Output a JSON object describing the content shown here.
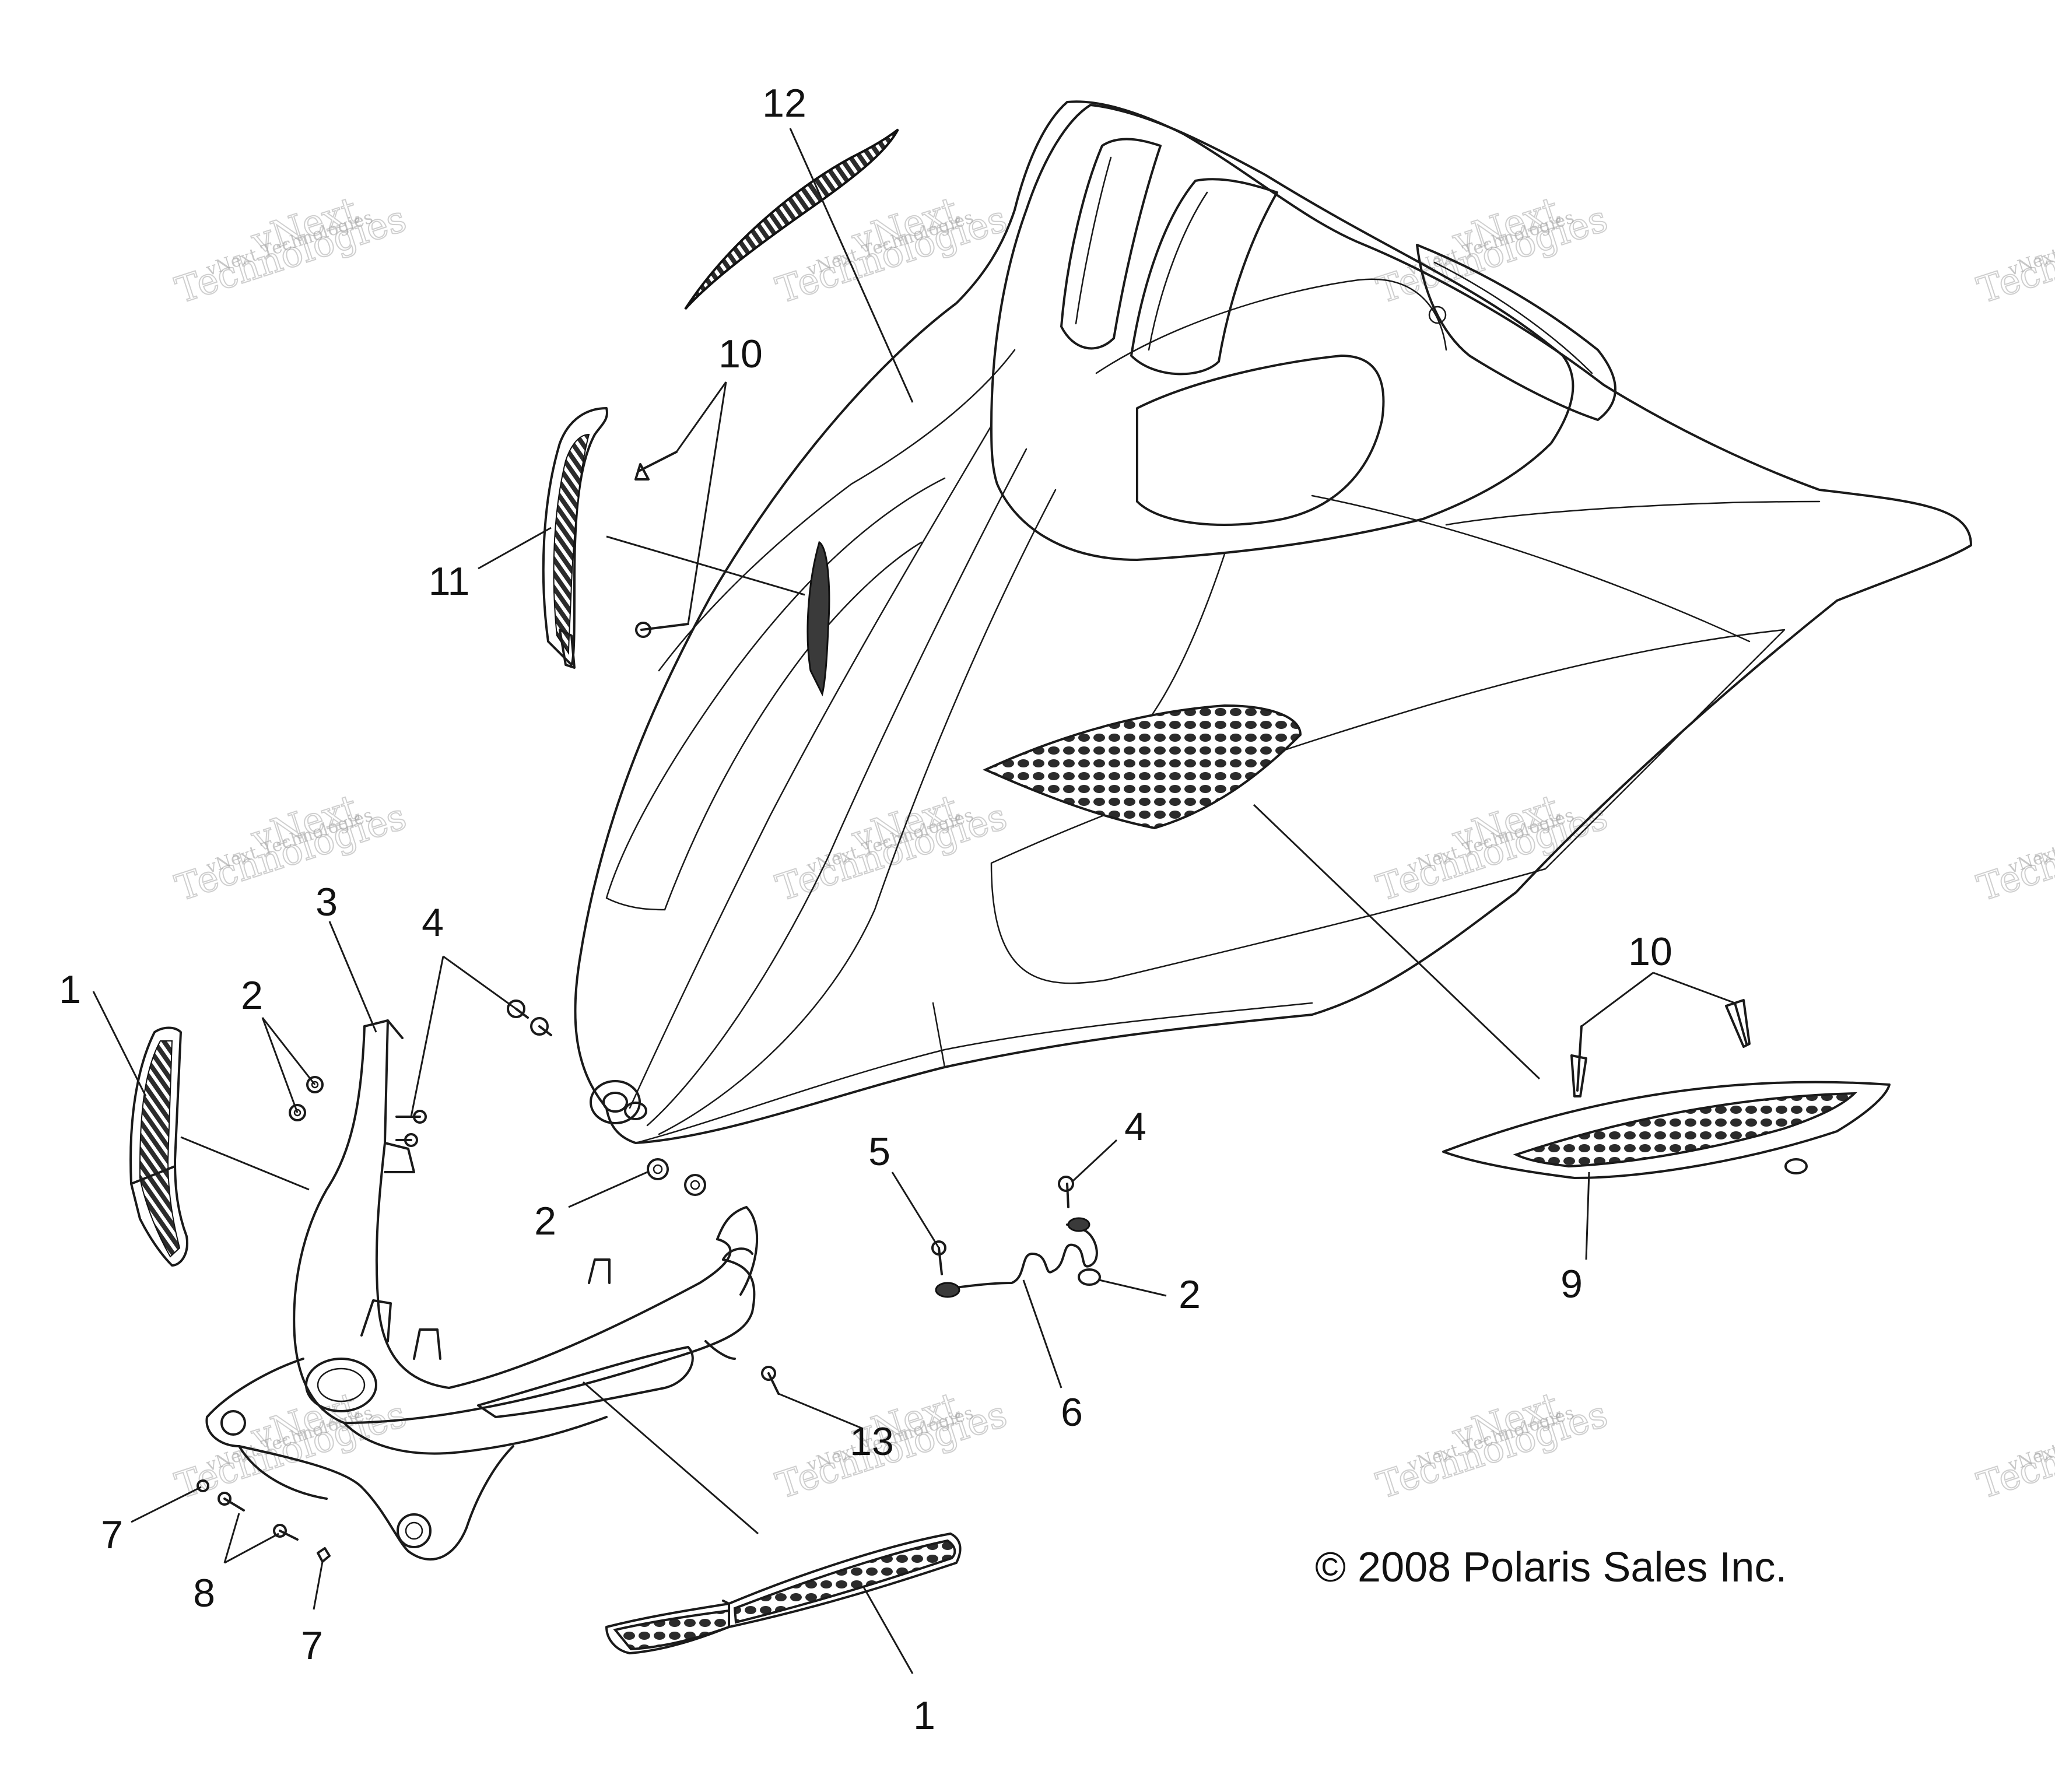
{
  "callouts": [
    {
      "label": "12",
      "part": "windshield-trim-strip"
    },
    {
      "label": "10",
      "part": "rivet-upper"
    },
    {
      "label": "11",
      "part": "side-trim-panel"
    },
    {
      "label": "3",
      "part": "front-bumper-frame"
    },
    {
      "label": "4",
      "part": "screw-upper"
    },
    {
      "label": "1",
      "part": "side-grille-left"
    },
    {
      "label": "2",
      "part": "nut-left"
    },
    {
      "label": "2",
      "part": "nut-center"
    },
    {
      "label": "10",
      "part": "rivet-lower"
    },
    {
      "label": "5",
      "part": "screw-harness"
    },
    {
      "label": "4",
      "part": "screw-harness-upper"
    },
    {
      "label": "2",
      "part": "nut-harness"
    },
    {
      "label": "9",
      "part": "side-vent-grille"
    },
    {
      "label": "6",
      "part": "wire-harness"
    },
    {
      "label": "13",
      "part": "screw-bumper"
    },
    {
      "label": "7",
      "part": "nut-lower-left"
    },
    {
      "label": "8",
      "part": "bolt-lower"
    },
    {
      "label": "7",
      "part": "nut-lower-right"
    },
    {
      "label": "1",
      "part": "lower-grille"
    }
  ],
  "copyright": "© 2008 Polaris Sales Inc.",
  "watermark": {
    "brand": "vNext",
    "line_company": "Technologies",
    "line_full": "vNext Technologies"
  }
}
